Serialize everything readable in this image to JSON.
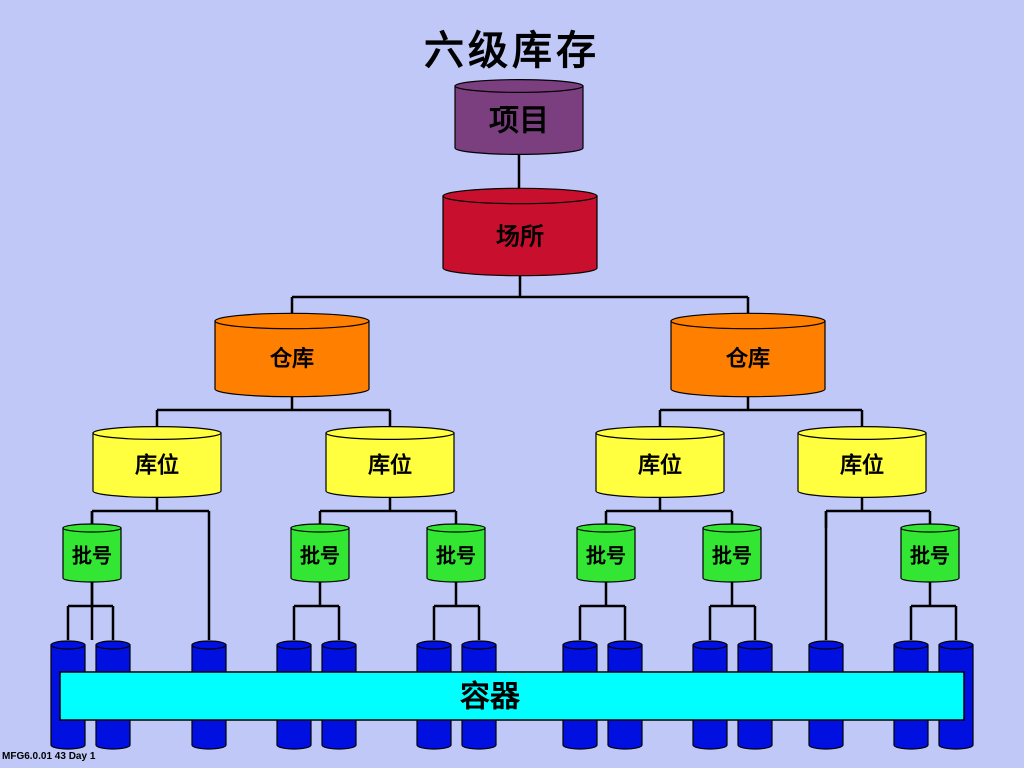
{
  "title": "六级库存",
  "footer": "MFG6.0.01  43  Day 1",
  "colors": {
    "background": "#c0c8f8",
    "item": "#7b3f7f",
    "site": "#c8102e",
    "warehouse": "#ff7f00",
    "location": "#ffff40",
    "lot": "#33e633",
    "container": "#0010e0",
    "container_bar": "#00ffff"
  },
  "levels": {
    "item": "项目",
    "site": "场所",
    "warehouse": "仓库",
    "location": "库位",
    "lot": "批号",
    "container": "容器"
  }
}
